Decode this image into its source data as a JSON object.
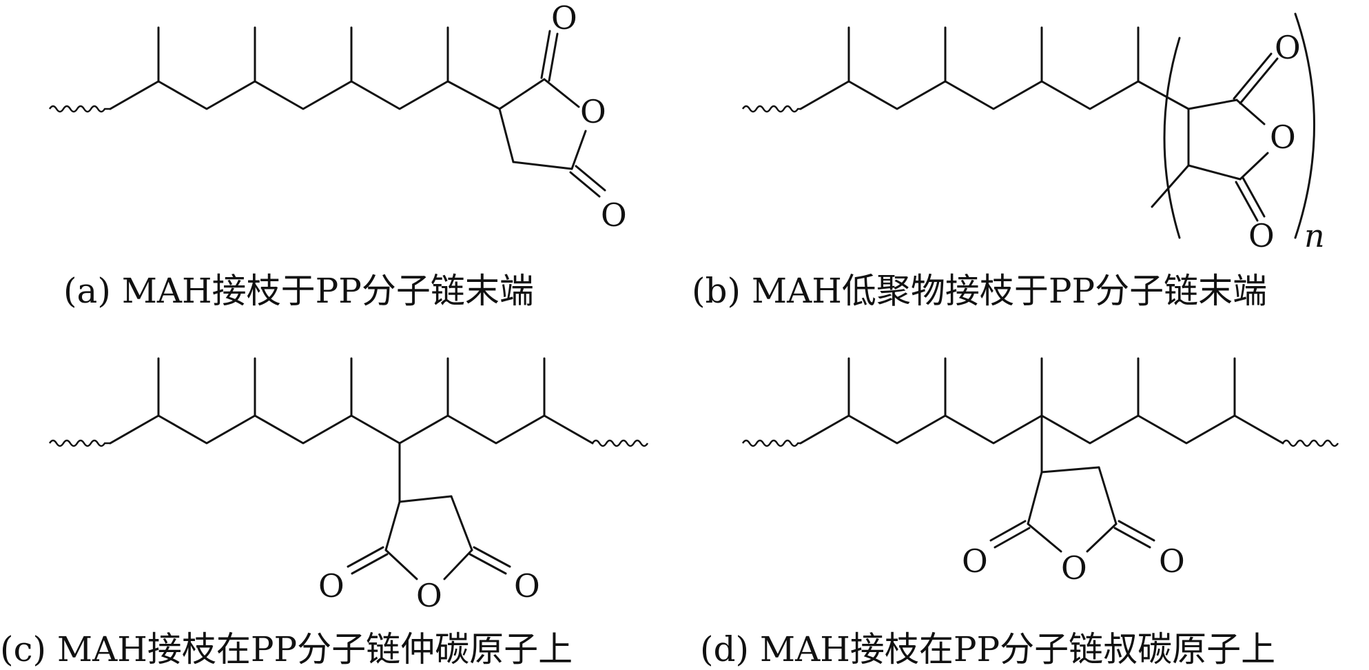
{
  "captions": {
    "a": "(a) MAH接枝于PP分子链末端",
    "b": "(b) MAH低聚物接枝于PP分子链末端",
    "c": "(c) MAH接枝在PP分子链仲碳原子上",
    "d": "(d) MAH接枝在PP分子链叔碳原子上"
  },
  "atoms": {
    "oxygen": "O",
    "repeat_index": "n"
  }
}
